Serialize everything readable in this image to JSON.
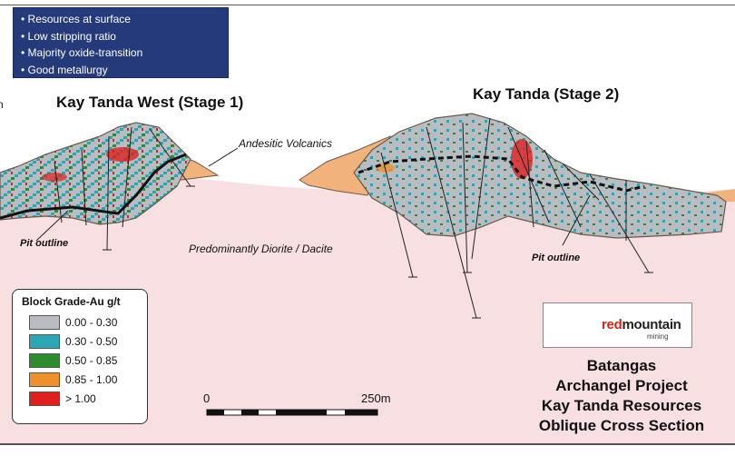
{
  "bullets": [
    "• Resources at surface",
    "• Low stripping ratio",
    "• Majority oxide-transition",
    "• Good metallurgy"
  ],
  "labels": {
    "west_title": "Kay Tanda West (Stage 1)",
    "east_title": "Kay Tanda (Stage 2)",
    "andesitic": "Andesitic Volcanics",
    "diorite": "Predominantly Diorite / Dacite",
    "pit_outline_left": "Pit outline",
    "pit_outline_right": "Pit outline",
    "edge_fragment": "n"
  },
  "legend": {
    "title": "Block Grade-Au g/t",
    "items": [
      {
        "label": "0.00 - 0.30",
        "color": "#b9bdc1"
      },
      {
        "label": "0.30 - 0.50",
        "color": "#2aa6b4"
      },
      {
        "label": "0.50 - 0.85",
        "color": "#2e8b2e"
      },
      {
        "label": "0.85 - 1.00",
        "color": "#f0902a"
      },
      {
        "label": "> 1.00",
        "color": "#e0201e"
      }
    ]
  },
  "logo": {
    "red": "red",
    "mountain": "mountain",
    "sub": "mining",
    "red_color": "#d62418",
    "dark_color": "#222222"
  },
  "scale": {
    "start": "0",
    "end": "250m"
  },
  "title_lines": [
    "Batangas",
    "Archangel Project",
    "Kay Tanda Resources",
    "Oblique Cross Section"
  ],
  "colors": {
    "diorite": "#f7dfe2",
    "andesite": "#f2b27c",
    "outline": "#6a5a4a",
    "pit": "#111111",
    "box_bg": "#243a7a"
  }
}
